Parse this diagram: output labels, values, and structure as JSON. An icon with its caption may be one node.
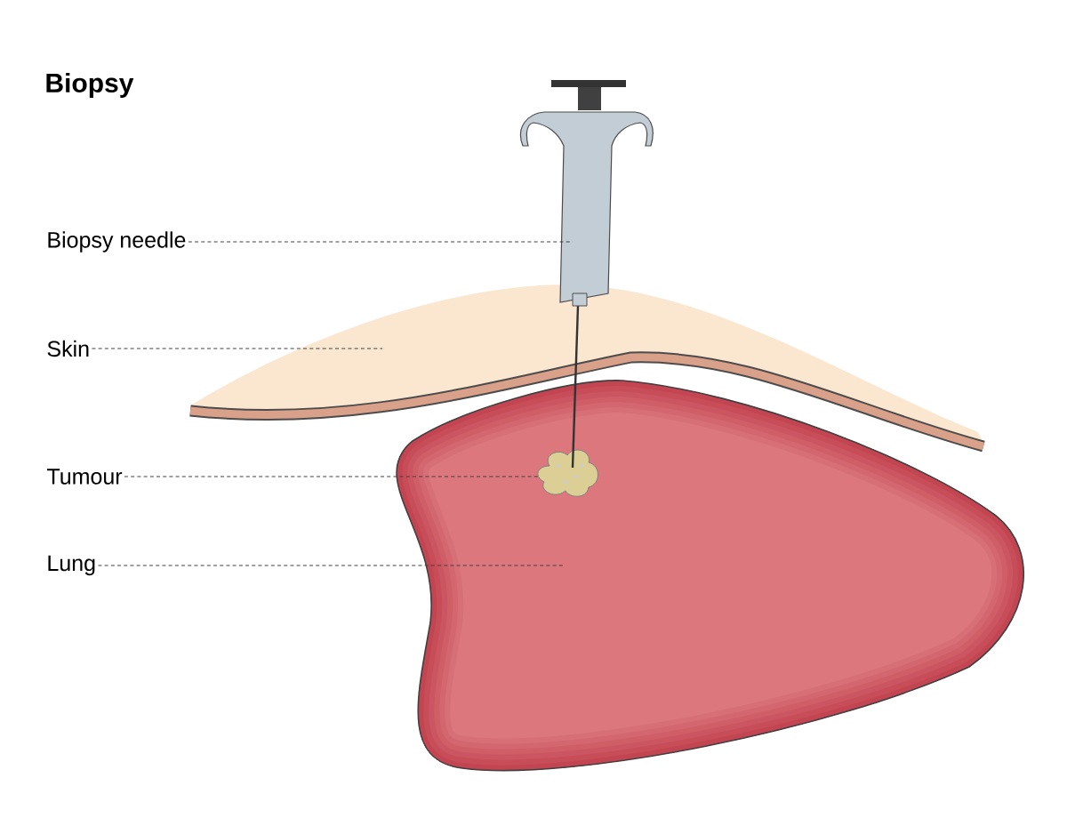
{
  "diagram": {
    "title": "Biopsy",
    "nodes": [
      {
        "text": [
          "Biopsy needle"
        ]
      },
      {
        "text": [
          "Skin"
        ]
      },
      {
        "text": [
          "Tumour"
        ]
      },
      {
        "text": [
          "Lung"
        ]
      },
      {
        "text": [],
        "shape": "picture"
      },
      {
        "text": [],
        "shape": "picture"
      },
      {
        "text": [],
        "shape": "picture",
        "in": 7
      },
      {
        "text": [],
        "shape": "picture"
      }
    ],
    "edges": [
      {
        "from": 0,
        "to": 4,
        "arrow": "none",
        "style": "dashed"
      },
      {
        "from": 1,
        "to": 5,
        "arrow": "none",
        "style": "dashed"
      },
      {
        "from": 2,
        "to": 6,
        "arrow": "none",
        "style": "dashed"
      },
      {
        "from": 3,
        "to": 7,
        "arrow": "none",
        "style": "dashed"
      }
    ]
  }
}
